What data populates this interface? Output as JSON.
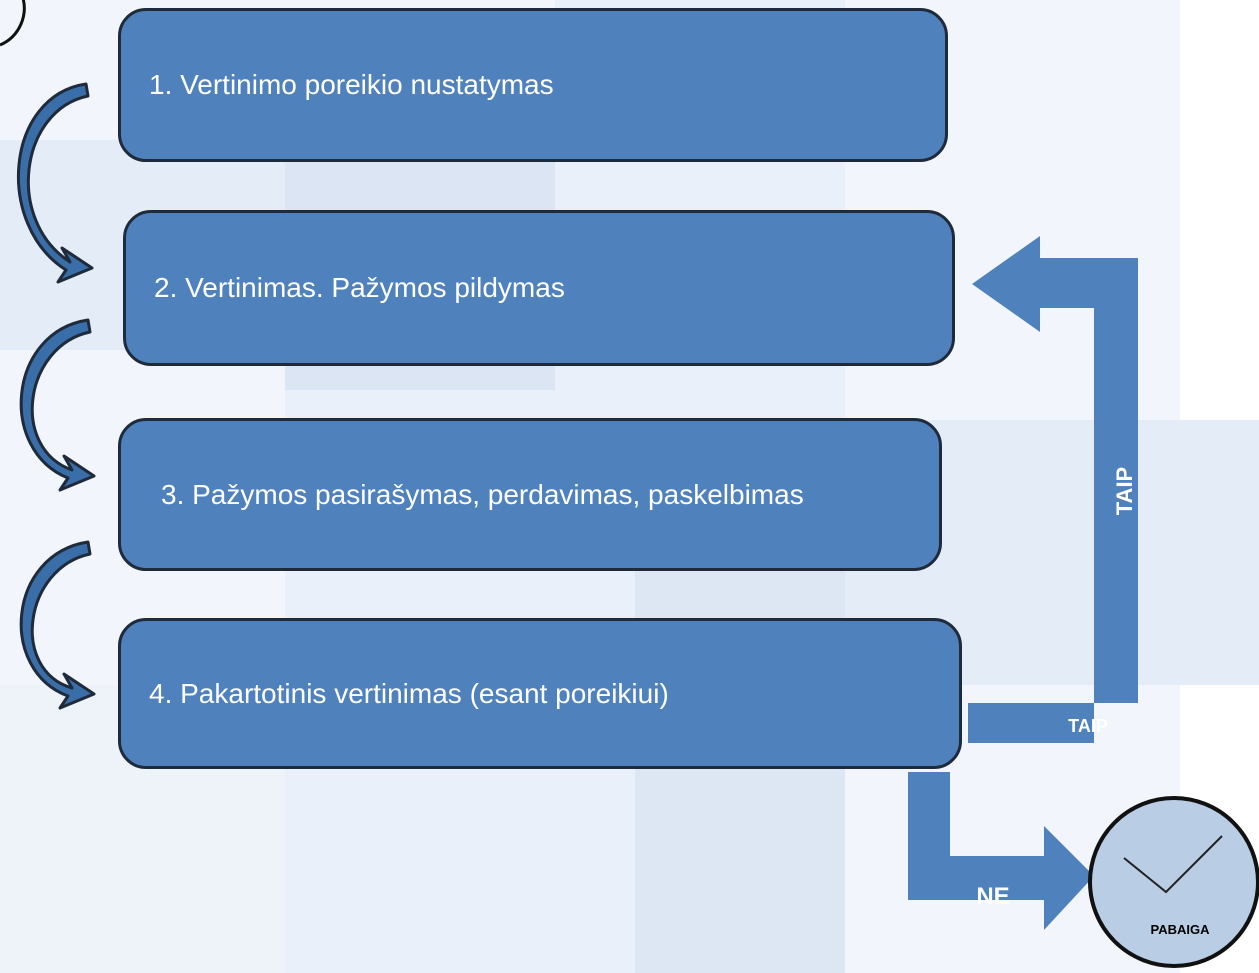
{
  "steps": [
    {
      "label": "1. Vertinimo poreikio nustatymas"
    },
    {
      "label": "2. Vertinimas. Pažymos pildymas"
    },
    {
      "label": "3. Pažymos pasirašymas, perdavimas, paskelbimas"
    },
    {
      "label": "4. Pakartotinis vertinimas (esant poreikiui)"
    }
  ],
  "loop": {
    "label_vertical": "TAIP",
    "label_horizontal": "TAIP"
  },
  "exit": {
    "label": "NE"
  },
  "end_node": {
    "label": "PABAIGA"
  },
  "colors": {
    "box_fill": "#4f81bd",
    "box_border": "#1f2a3a",
    "arrow_fill": "#4f81bd",
    "curved_arrow_fill": "#3a6ea8",
    "end_fill": "#b9cde5",
    "bg_light": "#eef3fa",
    "bg_medium": "#dfe8f5"
  }
}
